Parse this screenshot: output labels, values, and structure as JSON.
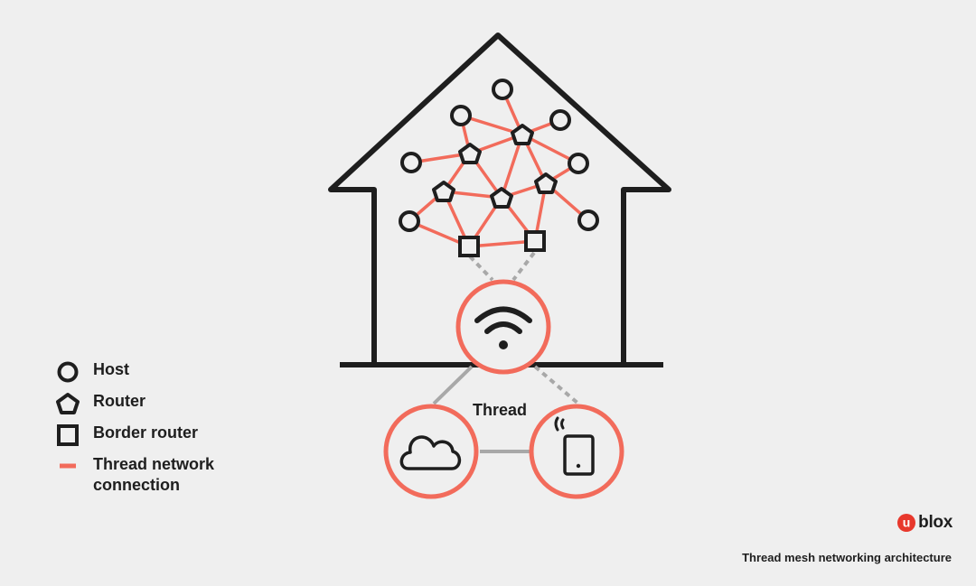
{
  "colors": {
    "background": "#efefef",
    "outline": "#1e1e1e",
    "thread_link": "#f26b5b",
    "other_link": "#a8a8a8"
  },
  "legend": {
    "items": [
      {
        "icon": "circle-icon",
        "label": "Host"
      },
      {
        "icon": "pentagon-icon",
        "label": "Router"
      },
      {
        "icon": "square-icon",
        "label": "Border router"
      },
      {
        "icon": "line-icon",
        "label": "Thread network connection"
      }
    ]
  },
  "diagram": {
    "center_label": "Thread",
    "hub_icon": "wifi-icon",
    "cloud_icon": "cloud-icon",
    "phone_icon": "smartphone-icon"
  },
  "brand": {
    "logo_letter": "u",
    "logo_text": "blox"
  },
  "caption": "Thread mesh networking architecture"
}
